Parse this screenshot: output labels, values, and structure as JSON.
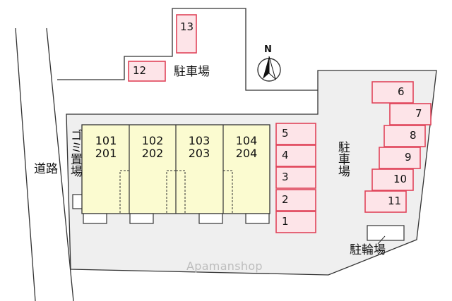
{
  "road_label": "道路",
  "garbage_label": "ゴミ置場",
  "parking_label": "駐車場",
  "bicycle_label": "駐輪場",
  "north_label": "N",
  "watermark": "Apamanshop",
  "units": [
    {
      "top": "101",
      "bottom": "201"
    },
    {
      "top": "102",
      "bottom": "202"
    },
    {
      "top": "103",
      "bottom": "203"
    },
    {
      "top": "104",
      "bottom": "204"
    }
  ],
  "parking_slots": [
    "1",
    "2",
    "3",
    "4",
    "5",
    "6",
    "7",
    "8",
    "9",
    "10",
    "11",
    "12",
    "13"
  ],
  "colors": {
    "lot": "#efefef",
    "building": "#fbfbd0",
    "parking_border": "#e0445a",
    "parking_fill": "#fde4e8",
    "outline": "#333333"
  }
}
